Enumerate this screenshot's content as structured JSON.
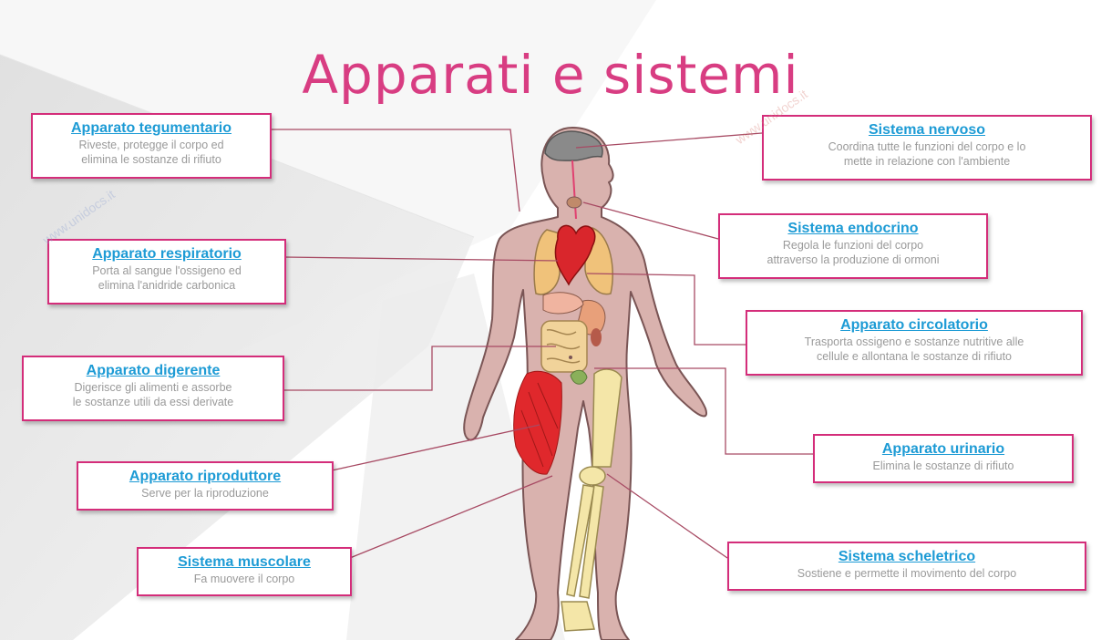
{
  "title": "Apparati e sistemi",
  "watermark": "www.unidocs.it",
  "boxes": [
    {
      "name": "Apparato tegumentario",
      "desc": "Riveste, protegge il corpo ed\nelimina le sostanze di rifiuto"
    },
    {
      "name": "Apparato respiratorio",
      "desc": "Porta al sangue l'ossigeno ed\nelimina l'anidride carbonica"
    },
    {
      "name": "Apparato digerente",
      "desc": "Digerisce gli alimenti e assorbe\nle sostanze utili da essi derivate"
    },
    {
      "name": "Apparato riproduttore",
      "desc": "Serve per la riproduzione"
    },
    {
      "name": "Sistema muscolare",
      "desc": "Fa muovere il corpo"
    },
    {
      "name": "Sistema nervoso",
      "desc": "Coordina tutte le funzioni del corpo e lo\nmette in relazione con l'ambiente"
    },
    {
      "name": "Sistema endocrino",
      "desc": "Regola le funzioni del corpo\nattraverso la produzione di ormoni"
    },
    {
      "name": "Apparato circolatorio",
      "desc": "Trasporta ossigeno e sostanze nutritive alle\ncellule e allontana le sostanze di rifiuto"
    },
    {
      "name": "Apparato urinario",
      "desc": "Elimina le sostanze di rifiuto"
    },
    {
      "name": "Sistema scheletrico",
      "desc": "Sostiene e permette il movimento del corpo"
    }
  ],
  "colors": {
    "title": "#d83d82",
    "box_border": "#d42d7a",
    "heading": "#1d9bd5",
    "text": "#9a9a9a",
    "skin": "#d9b2ae"
  }
}
